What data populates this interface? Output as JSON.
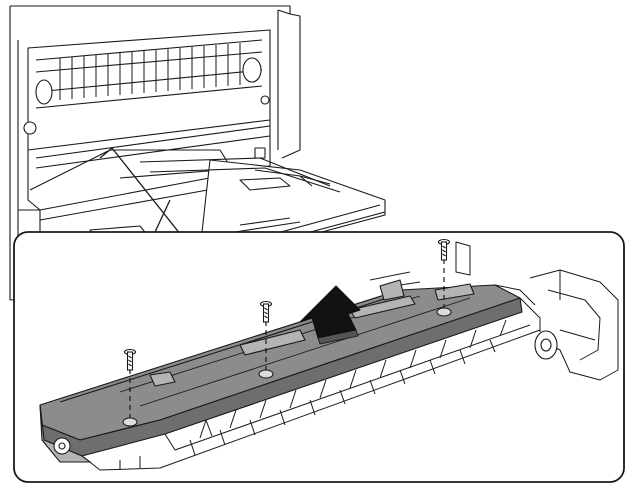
{
  "figure": {
    "kind": "service-manual-illustration",
    "description_visible_text": "",
    "colors": {
      "line": "#1a1a1a",
      "part_fill": "#8c8c8c",
      "part_fill_dark": "#6e6e6e",
      "part_fill_light": "#b4b4b4",
      "background": "#ffffff",
      "arrow": "#111111",
      "screw_path": "#ffffff"
    },
    "callouts": {
      "screws": [
        {
          "name": "screw-left"
        },
        {
          "name": "screw-center"
        },
        {
          "name": "screw-right"
        }
      ],
      "removal_direction": "up-arrow-icon"
    }
  }
}
